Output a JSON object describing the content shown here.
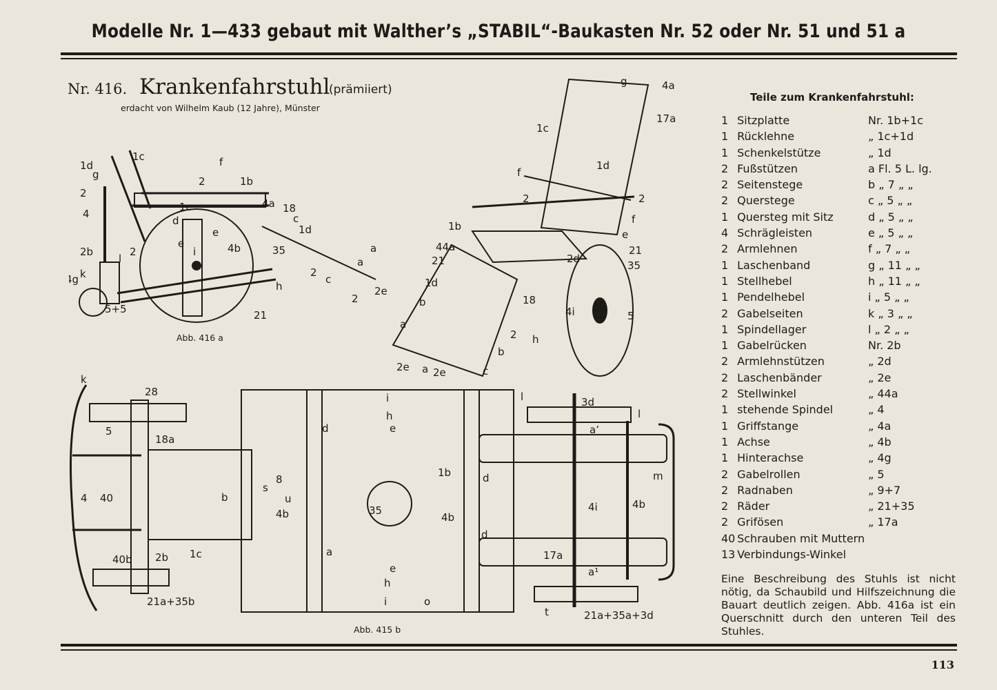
{
  "header": {
    "title": "Modelle Nr. 1—433 gebaut mit Walther’s „STABIL“-Baukasten Nr. 52 oder Nr. 51 und 51 a"
  },
  "model": {
    "number": "Nr. 416.",
    "name": "Krankenfahrstuhl",
    "award": "(prämiiert)",
    "author": "erdacht von Wilhelm Kaub (12 Jahre), Münster"
  },
  "figures": {
    "fig_416a": {
      "caption": "Abb. 416 a",
      "labels": {
        "l1d": "1d",
        "l1c": "1c",
        "lg": "g",
        "lf": "f",
        "l2a": "2",
        "l2b": "2",
        "l1b": "1b",
        "l4": "4",
        "l4a": "4a",
        "l18": "18",
        "lc": "c",
        "l1d2": "1d",
        "l2b2": "2b",
        "ll": "l",
        "l2c": "2",
        "le": "e",
        "le2": "e",
        "li": "i",
        "l4b": "4b",
        "l35": "35",
        "lh": "h",
        "l2d": "2",
        "lc2": "c",
        "la": "a",
        "la2": "a",
        "l2e": "2e",
        "l4g": "4g",
        "lk": "k",
        "l55": "5+5",
        "l21": "21",
        "ld": "d",
        "l1e": "1e",
        "l22": "2"
      }
    },
    "fig_persp": {
      "labels": {
        "lg": "g",
        "l4a": "4a",
        "l17a": "17a",
        "l1c": "1c",
        "l1d": "1d",
        "lf": "f",
        "l2": "2",
        "l2b": "2",
        "lf2": "f",
        "l1b": "1b",
        "l44a": "44a",
        "l21": "21",
        "le": "e",
        "l21b": "21",
        "l35": "35",
        "l2d": "2d",
        "l1d2": "1d",
        "lb": "b",
        "l18": "18",
        "l4i": "4i",
        "l5": "5",
        "la": "a",
        "l2e": "2e",
        "la2": "a",
        "l2e2": "2e",
        "lc": "c",
        "lb2": "b",
        "lh": "h",
        "l2c": "2"
      }
    },
    "fig_415b": {
      "caption": "Abb. 415 b",
      "labels": {
        "lk": "k",
        "l28": "28",
        "l5": "5",
        "l18a": "18a",
        "l4": "4",
        "l40": "40",
        "l40b": "40b",
        "l2b": "2b",
        "l1c": "1c",
        "l21a": "21a+35b",
        "lb": "b",
        "l8": "8",
        "ls": "s",
        "lu": "u",
        "l4b": "4b",
        "li": "i",
        "lh": "h",
        "ld": "d",
        "le": "e",
        "l1b": "1b",
        "l35": "35",
        "l4b2": "4b",
        "ld2": "d",
        "ld3": "d",
        "la": "a",
        "l17a": "17a",
        "le2": "e",
        "lh2": "h",
        "li2": "i",
        "lo": "o",
        "l3d": "3d",
        "ll": "l",
        "la1": "a’",
        "l4i": "4i",
        "l4b3": "4b",
        "lm": "m",
        "la2": "a¹",
        "lt": "t",
        "l21b": "21a+35a+3d",
        "l1": "l"
      }
    }
  },
  "parts": {
    "heading": "Teile zum Krankenfahrstuhl:",
    "items": [
      {
        "qty": "1",
        "name": "Sitzplatte",
        "ref": "Nr. 1b+1c"
      },
      {
        "qty": "1",
        "name": "Rücklehne",
        "ref": "„ 1c+1d"
      },
      {
        "qty": "1",
        "name": "Schenkelstütze",
        "ref": "„ 1d"
      },
      {
        "qty": "2",
        "name": "Fußstützen",
        "ref": "a Fl. 5 L. lg."
      },
      {
        "qty": "2",
        "name": "Seitenstege",
        "ref": "b „ 7 „ „"
      },
      {
        "qty": "2",
        "name": "Querstege",
        "ref": "c „ 5 „ „"
      },
      {
        "qty": "1",
        "name": "Quersteg mit Sitz",
        "ref": "d „ 5 „ „"
      },
      {
        "qty": "4",
        "name": "Schrägleisten",
        "ref": "e „ 5 „ „"
      },
      {
        "qty": "2",
        "name": "Armlehnen",
        "ref": "f „ 7 „ „"
      },
      {
        "qty": "1",
        "name": "Laschenband",
        "ref": "g „ 11 „ „"
      },
      {
        "qty": "1",
        "name": "Stellhebel",
        "ref": "h „ 11 „ „"
      },
      {
        "qty": "1",
        "name": "Pendelhebel",
        "ref": "i „ 5 „ „"
      },
      {
        "qty": "2",
        "name": "Gabelseiten",
        "ref": "k „ 3 „ „"
      },
      {
        "qty": "1",
        "name": "Spindellager",
        "ref": "l „ 2 „ „"
      },
      {
        "qty": "1",
        "name": "Gabelrücken",
        "ref": "Nr. 2b"
      },
      {
        "qty": "2",
        "name": "Armlehnstützen",
        "ref": "„ 2d"
      },
      {
        "qty": "2",
        "name": "Laschenbänder",
        "ref": "„ 2e"
      },
      {
        "qty": "2",
        "name": "Stellwinkel",
        "ref": "„ 44a"
      },
      {
        "qty": "1",
        "name": "stehende Spindel",
        "ref": "„ 4"
      },
      {
        "qty": "1",
        "name": "Griffstange",
        "ref": "„ 4a"
      },
      {
        "qty": "1",
        "name": "Achse",
        "ref": "„ 4b"
      },
      {
        "qty": "1",
        "name": "Hinterachse",
        "ref": "„ 4g"
      },
      {
        "qty": "2",
        "name": "Gabelrollen",
        "ref": "„ 5"
      },
      {
        "qty": "2",
        "name": "Radnaben",
        "ref": "„ 9+7"
      },
      {
        "qty": "2",
        "name": "Räder",
        "ref": "„ 21+35"
      },
      {
        "qty": "2",
        "name": "Grifösen",
        "ref": "„ 17a"
      },
      {
        "qty": "40",
        "name": "Schrauben mit Muttern",
        "ref": ""
      },
      {
        "qty": "13",
        "name": "Verbindungs-Winkel",
        "ref": ""
      }
    ]
  },
  "description": "Eine Beschreibung des Stuhls ist nicht nötig, da Schaubild und Hilfszeichnung die Bauart deutlich zeigen. Abb. 416a ist ein Querschnitt durch den unteren Teil des Stuhles.",
  "page_number": "113",
  "colors": {
    "paper": "#ebe6dc",
    "ink": "#1d1b17"
  }
}
